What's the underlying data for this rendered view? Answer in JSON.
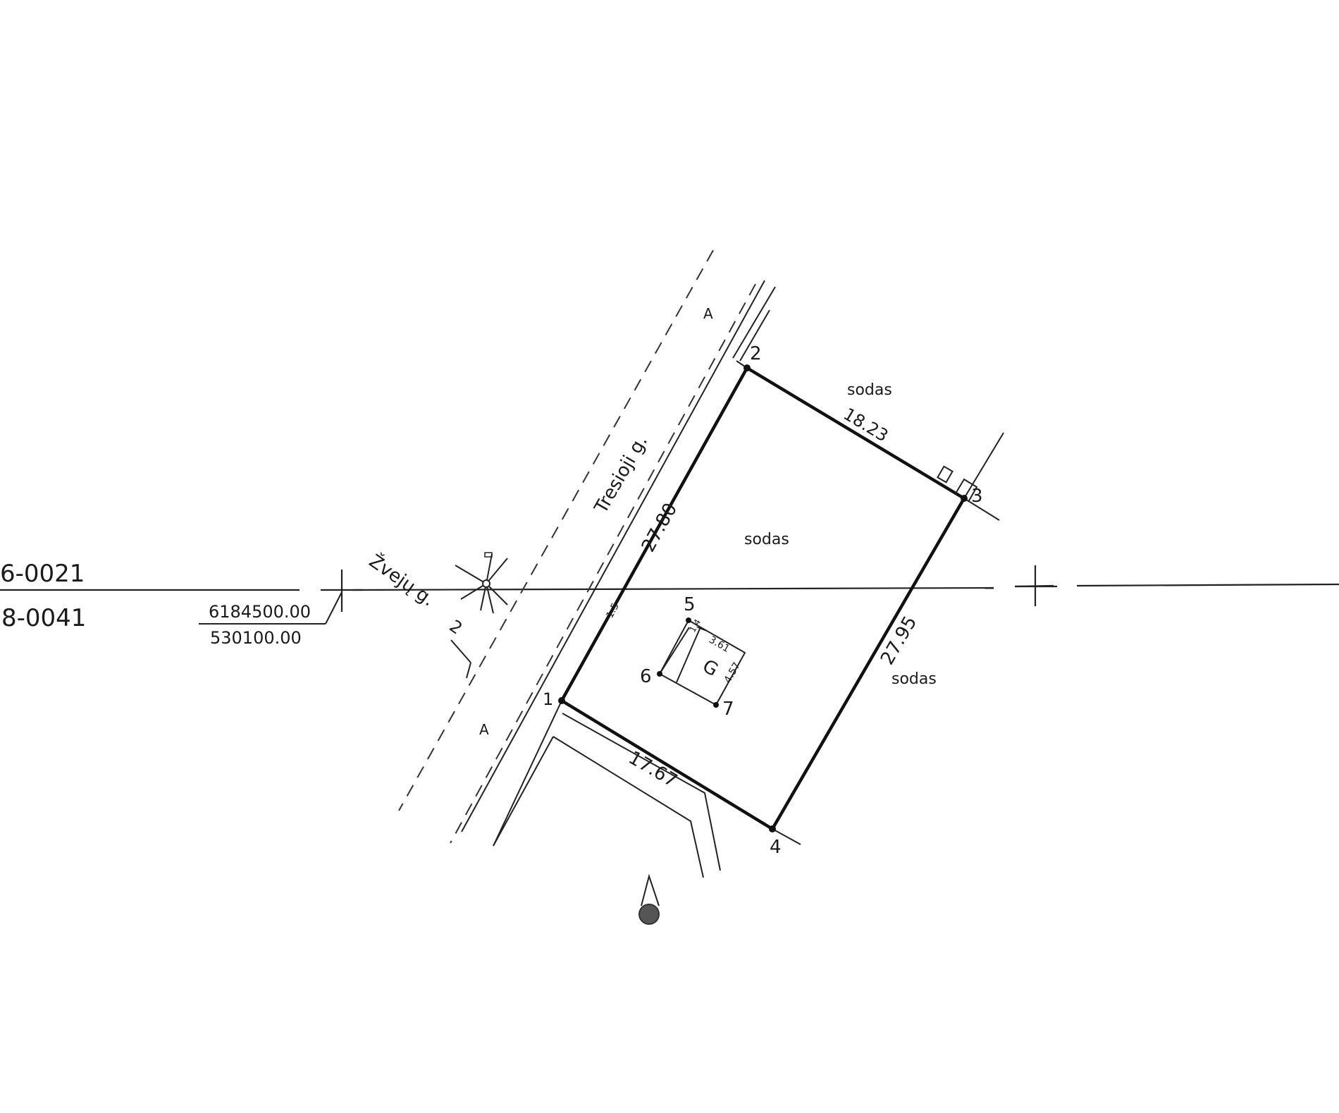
{
  "sheets": {
    "upper": "6-0021",
    "lower": "8-0041"
  },
  "coordinates": {
    "x": "6184500.00",
    "y": "530100.00"
  },
  "streets": {
    "main": "Tresioji g.",
    "side": "Žvejų g.",
    "side_number": "2"
  },
  "points": [
    {
      "id": "1",
      "label": "1"
    },
    {
      "id": "2",
      "label": "2"
    },
    {
      "id": "3",
      "label": "3"
    },
    {
      "id": "4",
      "label": "4"
    },
    {
      "id": "5",
      "label": "5"
    },
    {
      "id": "6",
      "label": "6"
    },
    {
      "id": "7",
      "label": "7"
    }
  ],
  "dimensions": {
    "d12": "27.80",
    "d23": "18.23",
    "d34": "27.95",
    "d14": "17.67",
    "b_width": "3.61",
    "b_depth": "4.57",
    "b_small": "1.4",
    "road_offset": "1.5"
  },
  "land_use": {
    "north": "sodas",
    "center": "sodas",
    "east": "sodas"
  },
  "building": {
    "code": "G"
  },
  "zone_labels": {
    "upper": "A",
    "lower": "A"
  },
  "colors": {
    "line": "#111111",
    "marker": "#555555"
  }
}
